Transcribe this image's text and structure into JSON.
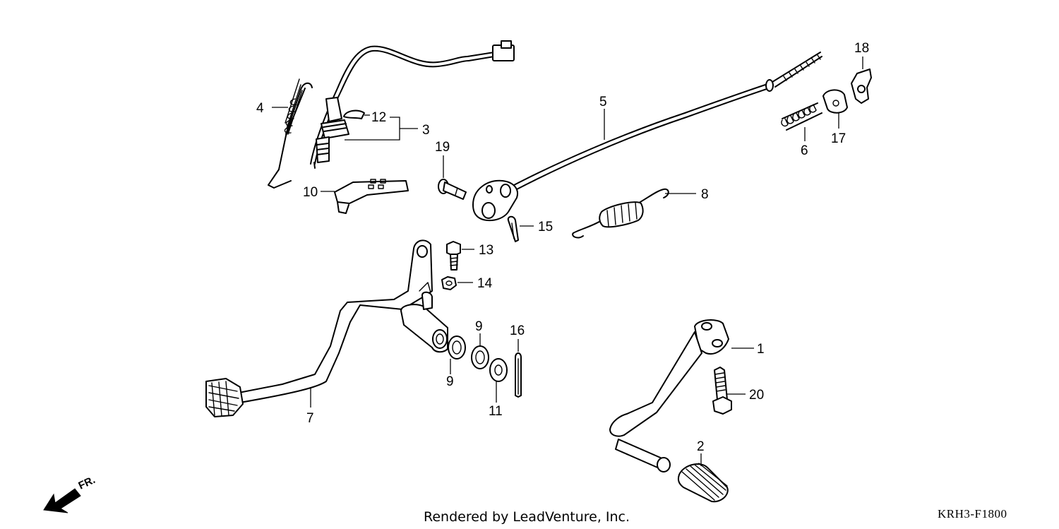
{
  "diagram": {
    "callouts": {
      "p1": "1",
      "p2": "2",
      "p3": "3",
      "p4": "4",
      "p5": "5",
      "p6": "6",
      "p7": "7",
      "p8": "8",
      "p9a": "9",
      "p9b": "9",
      "p10": "10",
      "p11": "11",
      "p12": "12",
      "p13": "13",
      "p14": "14",
      "p15": "15",
      "p16": "16",
      "p17": "17",
      "p18": "18",
      "p19": "19",
      "p20": "20"
    },
    "direction_label": "FR.",
    "render_note": "Rendered by LeadVenture, Inc.",
    "diagram_code": "KRH3-F1800"
  }
}
